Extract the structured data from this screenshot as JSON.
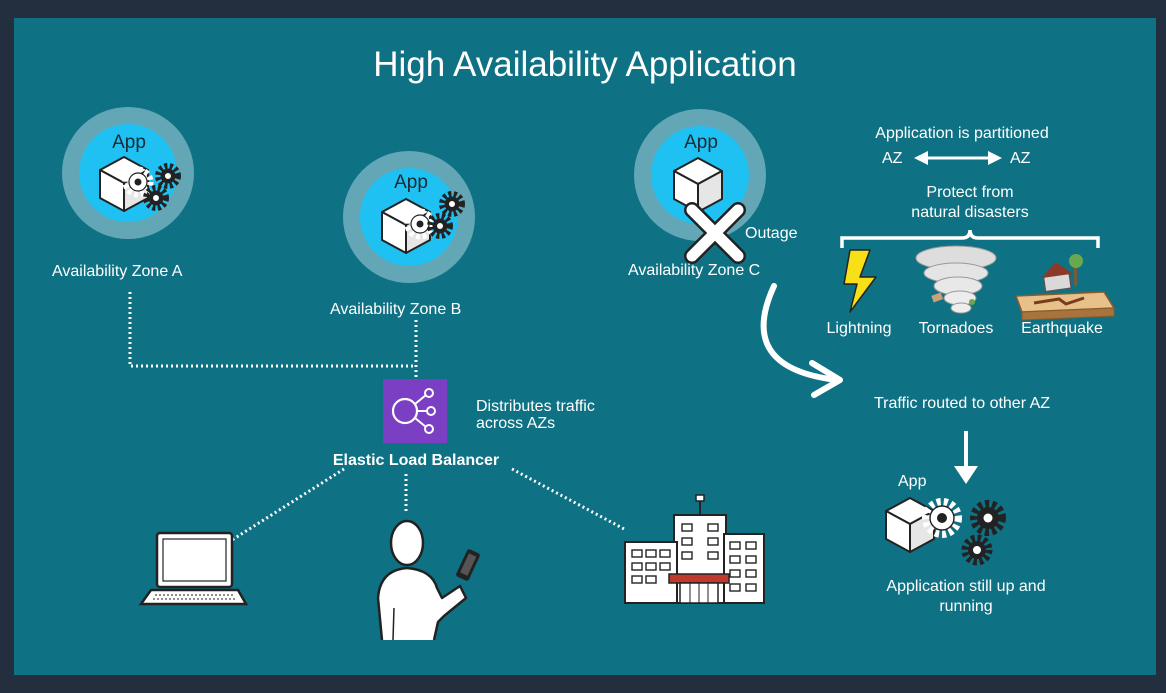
{
  "title": "High Availability Application",
  "zones": [
    {
      "name": "Availability Zone A",
      "app_label": "App"
    },
    {
      "name": "Availability Zone B",
      "app_label": "App"
    },
    {
      "name": "Availability Zone C",
      "app_label": "App"
    }
  ],
  "outage_label": "Outage",
  "partition": {
    "heading": "Application is partitioned",
    "left": "AZ",
    "right": "AZ"
  },
  "protect_text": [
    "Protect from",
    "natural disasters"
  ],
  "disasters": [
    "Lightning",
    "Tornadoes",
    "Earthquake"
  ],
  "traffic_routed": "Traffic routed to other AZ",
  "recovered": {
    "app_label": "App",
    "status_lines": [
      "Application still up and",
      "running"
    ]
  },
  "load_balancer": {
    "name": "Elastic Load Balancer",
    "desc_lines": [
      "Distributes traffic",
      "across AZs"
    ]
  },
  "colors": {
    "background": "#0e7284",
    "frame": "#232f3e",
    "app_circle": "#1fc1f2",
    "ring": "#63a7b6",
    "elb": "#7b3fc4",
    "text": "#ffffff"
  },
  "icons": [
    "cube-icon",
    "gear-icon",
    "cross-icon",
    "lightning-icon",
    "tornado-icon",
    "earthquake-icon",
    "load-balancer-icon",
    "laptop-icon",
    "person-phone-icon",
    "office-building-icon",
    "arrow-down-icon",
    "curved-arrow-icon"
  ]
}
